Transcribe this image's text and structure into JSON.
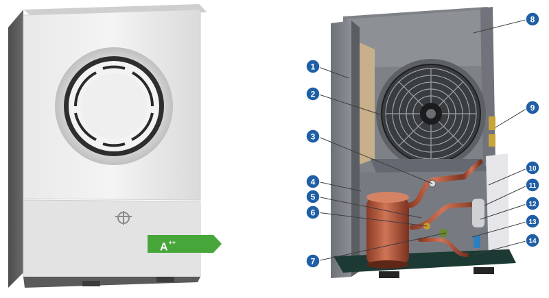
{
  "energy_label": {
    "main": "A",
    "sup": "++",
    "color": "#47a63a"
  },
  "callout_color": "#1f5fa6",
  "callouts": [
    "1",
    "2",
    "3",
    "4",
    "5",
    "6",
    "7",
    "8",
    "9",
    "10",
    "11",
    "12",
    "13",
    "14"
  ]
}
